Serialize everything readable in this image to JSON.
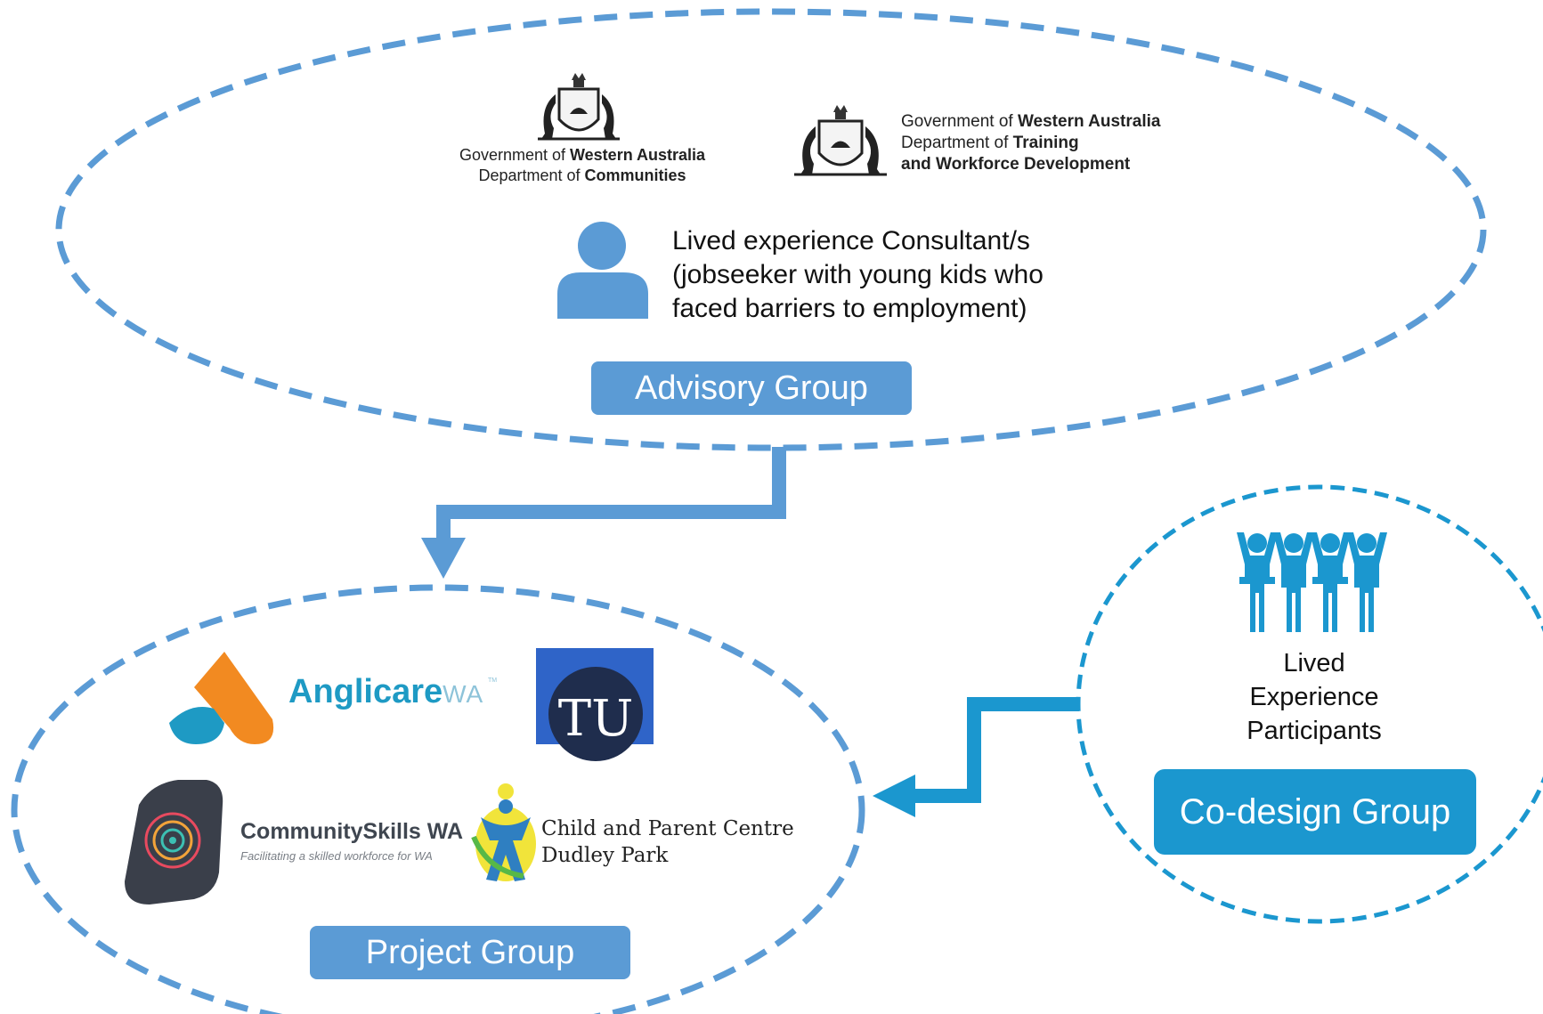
{
  "advisory_group": {
    "label": "Advisory Group",
    "color": "#5b9bd5",
    "logos": [
      {
        "name": "Government of Western Australia Department of Communities",
        "line1_prefix": "Government of ",
        "line1_bold": "Western Australia",
        "line2_prefix": "Department of ",
        "line2_bold": "Communities"
      },
      {
        "name": "Government of Western Australia Department of Training and Workforce Development",
        "line1_prefix": "Government of ",
        "line1_bold": "Western Australia",
        "line2_prefix": "Department of ",
        "line2_bold": "Training",
        "line3_bold": "and Workforce Development"
      }
    ],
    "consultant": {
      "icon": "person-icon",
      "lines": [
        "Lived experience Consultant/s",
        "(jobseeker with young kids who",
        "faced barriers to employment)"
      ]
    }
  },
  "project_group": {
    "label": "Project Group",
    "color": "#5b9bd5",
    "logos": {
      "anglicare": {
        "main": "Anglicare",
        "suffix": "WA",
        "mark": "TM"
      },
      "tu": {
        "text": "TU"
      },
      "community_skills": {
        "title": "CommunitySkills WA",
        "subtitle": "Facilitating a skilled workforce for WA"
      },
      "child_parent_centre": {
        "line1": "Child and Parent Centre",
        "line2": "Dudley Park"
      }
    }
  },
  "codesign_group": {
    "label": "Co-design Group",
    "color": "#1b97cf",
    "icon": "people-group-icon",
    "participants_lines": [
      "Lived",
      "Experience",
      "Participants"
    ]
  },
  "colors": {
    "advisory_ring": "#5b9bd5",
    "codesign_ring": "#1b97cf",
    "anglicare_orange": "#f28a21",
    "anglicare_blue": "#1e9ac4",
    "tu_navy": "#1f2d4d",
    "tu_blue": "#2f64c8"
  }
}
